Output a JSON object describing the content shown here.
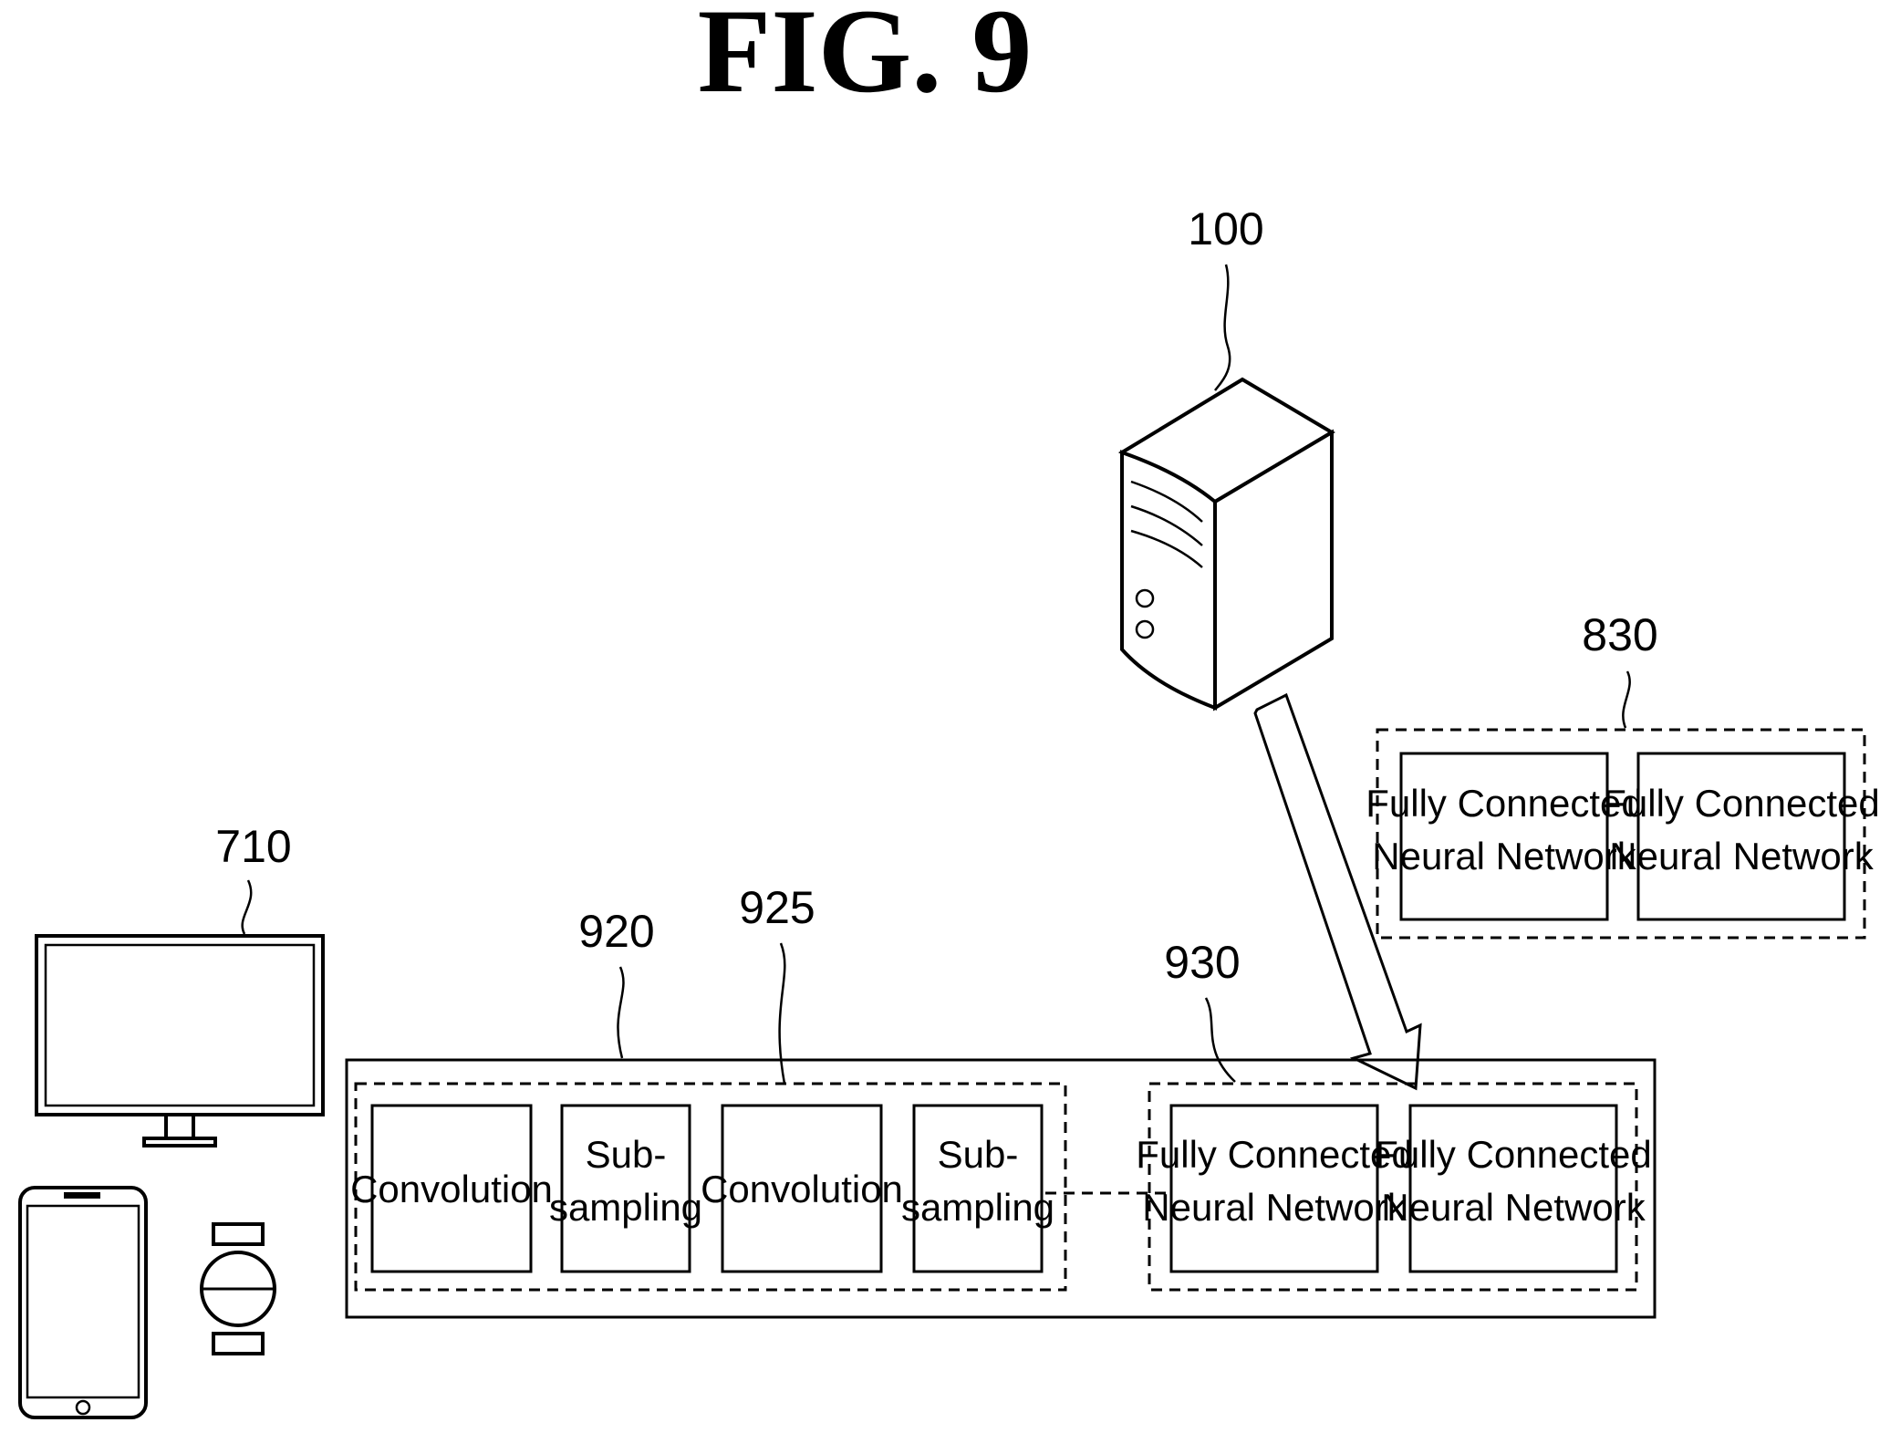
{
  "figure": {
    "title": "FIG. 9"
  },
  "refs": {
    "server": "100",
    "display": "710",
    "group_830": "830",
    "outer_920": "920",
    "conv_group_925": "925",
    "fc_group_930": "930"
  },
  "group_830": {
    "boxes": [
      {
        "line1": "Fully Connected",
        "line2": "Neural Network"
      },
      {
        "line1": "Fully Connected",
        "line2": "Neural Network"
      }
    ]
  },
  "group_925": {
    "boxes": [
      {
        "line1": "Convolution",
        "line2": ""
      },
      {
        "line1": "Sub-",
        "line2": "sampling"
      },
      {
        "line1": "Convolution",
        "line2": ""
      },
      {
        "line1": "Sub-",
        "line2": "sampling"
      }
    ]
  },
  "group_930": {
    "boxes": [
      {
        "line1": "Fully Connected",
        "line2": "Neural Network"
      },
      {
        "line1": "Fully Connected",
        "line2": "Neural Network"
      }
    ]
  }
}
